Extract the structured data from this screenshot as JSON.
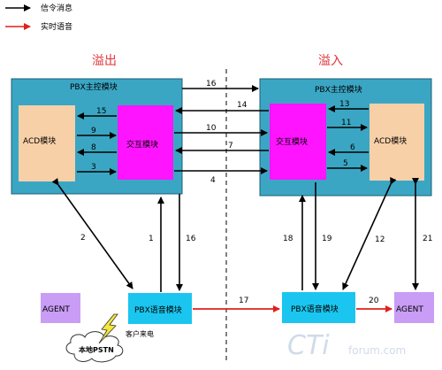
{
  "legend": {
    "signal_label": "信令消息",
    "voice_label": "实时语音",
    "signal_color": "#000000",
    "voice_color": "#e0201c"
  },
  "sides": {
    "overflow_label": "溢出",
    "inflow_label": "溢入",
    "label_color": "#e0343a"
  },
  "left_pbx": {
    "title": "PBX主控模块",
    "acd_label": "ACD模块",
    "exchange_label": "交互模块"
  },
  "right_pbx": {
    "title": "PBX主控模块",
    "acd_label": "ACD模块",
    "exchange_label": "交互模块"
  },
  "bottom": {
    "agent_left": "AGENT",
    "voice_left": "PBX语音模块",
    "voice_right": "PBX语音模块",
    "agent_right": "AGENT",
    "customer_call": "客户来电",
    "pstn_label": "本地PSTN"
  },
  "arrows": {
    "n1": "1",
    "n2": "2",
    "n3": "3",
    "n4": "4",
    "n5": "5",
    "n6": "6",
    "n7": "7",
    "n8": "8",
    "n9": "9",
    "n10": "10",
    "n11": "11",
    "n12": "12",
    "n13": "13",
    "n14": "14",
    "n15": "15",
    "n16_top": "16",
    "n16_right": "16",
    "n17": "17",
    "n18": "18",
    "n19": "19",
    "n20": "20",
    "n21": "21"
  },
  "colors": {
    "module_bg": "#3aa6c4",
    "module_border": "#1e5f74",
    "acd_bg": "#f8d0a8",
    "exchange_bg": "#ff14ff",
    "voice_bg": "#1ac6ef",
    "agent_bg": "#c99cf5"
  },
  "watermark": {
    "main": "CTi",
    "sub": "forum.com"
  }
}
